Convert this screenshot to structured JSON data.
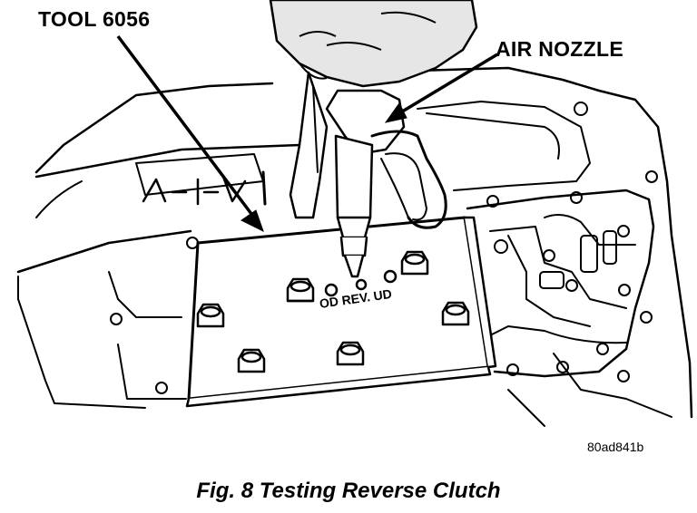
{
  "callouts": {
    "tool": "TOOL 6056",
    "nozzle": "AIR NOZZLE"
  },
  "plate_label": "OD REV. UD",
  "figure_code": "80ad841b",
  "caption": "Fig. 8 Testing Reverse Clutch",
  "colors": {
    "ink": "#000000",
    "paper": "#ffffff",
    "shade": "#e6e6e6"
  }
}
